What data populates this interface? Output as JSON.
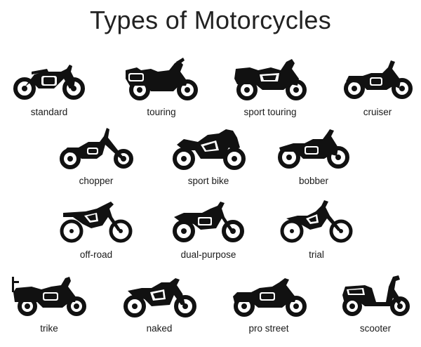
{
  "title": "Types of Motorcycles",
  "motorcycles": [
    {
      "label": "standard",
      "icon": "standard-motorcycle-icon"
    },
    {
      "label": "touring",
      "icon": "touring-motorcycle-icon"
    },
    {
      "label": "sport touring",
      "icon": "sport-touring-motorcycle-icon"
    },
    {
      "label": "cruiser",
      "icon": "cruiser-motorcycle-icon"
    },
    {
      "label": "chopper",
      "icon": "chopper-motorcycle-icon"
    },
    {
      "label": "sport bike",
      "icon": "sport-bike-motorcycle-icon"
    },
    {
      "label": "bobber",
      "icon": "bobber-motorcycle-icon"
    },
    {
      "label": "off-road",
      "icon": "off-road-motorcycle-icon"
    },
    {
      "label": "dual-purpose",
      "icon": "dual-purpose-motorcycle-icon"
    },
    {
      "label": "trial",
      "icon": "trial-motorcycle-icon"
    },
    {
      "label": "trike",
      "icon": "trike-motorcycle-icon"
    },
    {
      "label": "naked",
      "icon": "naked-motorcycle-icon"
    },
    {
      "label": "pro street",
      "icon": "pro-street-motorcycle-icon"
    },
    {
      "label": "scooter",
      "icon": "scooter-motorcycle-icon"
    }
  ]
}
